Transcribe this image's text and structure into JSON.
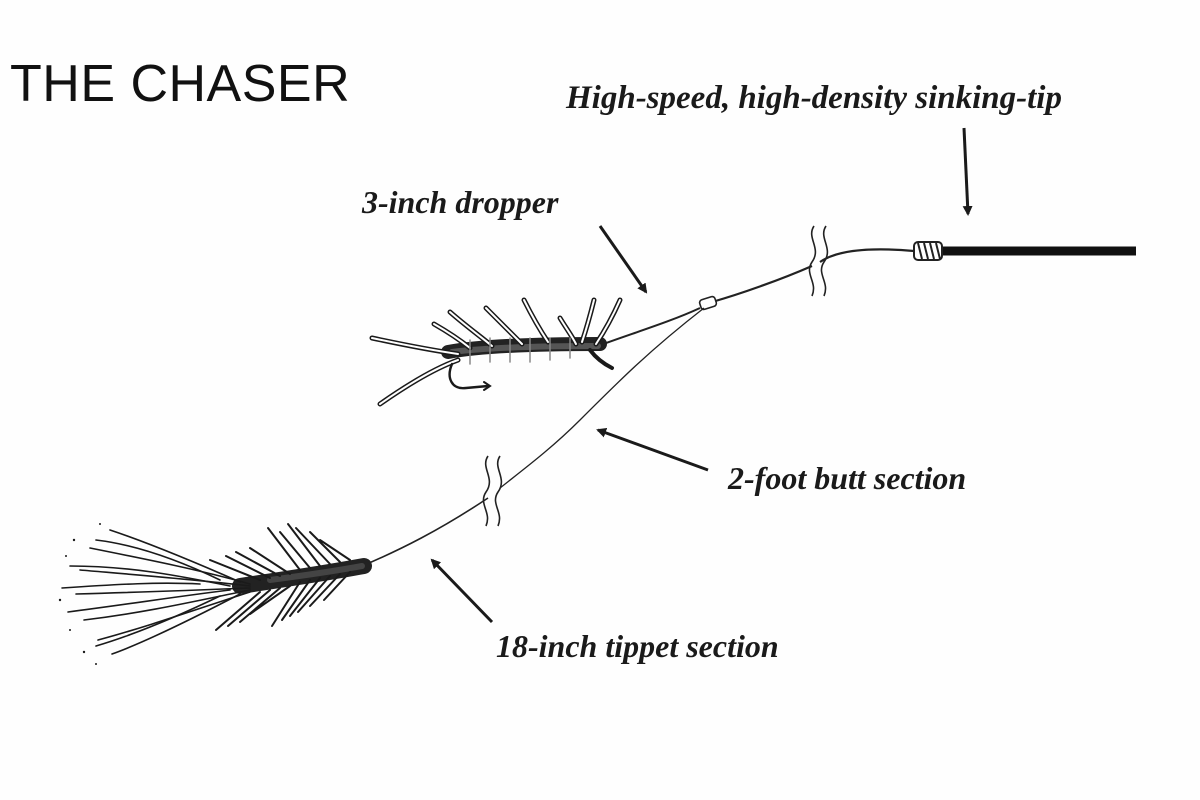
{
  "title": "THE CHASER",
  "labels": {
    "sinking_tip": "High-speed, high-density sinking-tip",
    "dropper": "3-inch dropper",
    "butt": "2-foot butt section",
    "tippet": "18-inch tippet section"
  },
  "colors": {
    "ink": "#1a1a1a",
    "background": "#fefefe"
  }
}
